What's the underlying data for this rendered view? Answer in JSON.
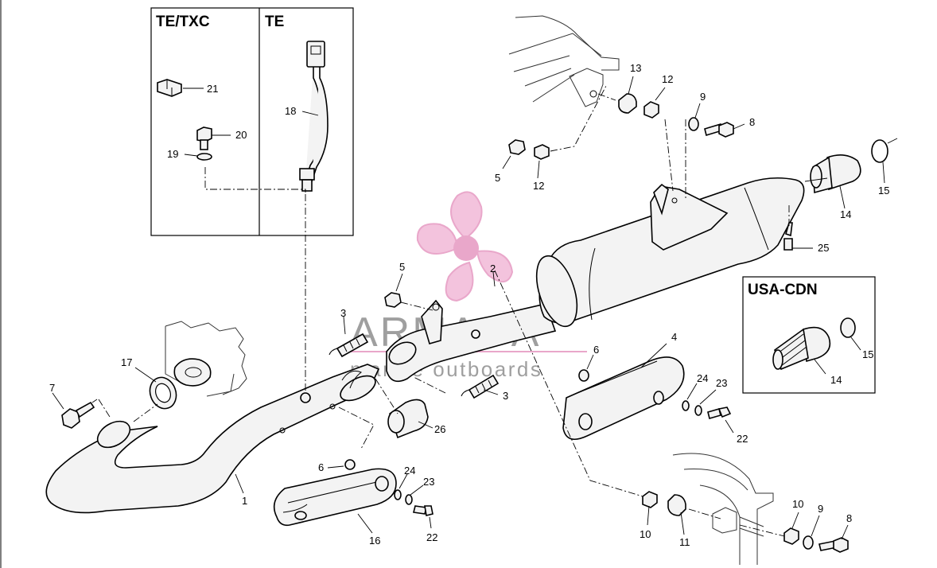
{
  "insets": {
    "te_txc": "TE/TXC",
    "te": "TE",
    "usa_cdn": "USA-CDN"
  },
  "watermark": {
    "brand": "ARMADA",
    "tagline": "marine outboards",
    "color": "#e8a3c8"
  },
  "callouts": {
    "c1": "1",
    "c2": "2",
    "c3a": "3",
    "c3b": "3",
    "c4": "4",
    "c5a": "5",
    "c5b": "5",
    "c6a": "6",
    "c6b": "6",
    "c7": "7",
    "c8a": "8",
    "c8b": "8",
    "c9a": "9",
    "c9b": "9",
    "c10a": "10",
    "c10b": "10",
    "c11": "11",
    "c12a": "12",
    "c12b": "12",
    "c13": "13",
    "c14a": "14",
    "c14b": "14",
    "c15a": "15",
    "c15b": "15",
    "c16": "16",
    "c17": "17",
    "c18": "18",
    "c19": "19",
    "c20": "20",
    "c21": "21",
    "c22a": "22",
    "c22b": "22",
    "c23a": "23",
    "c23b": "23",
    "c24a": "24",
    "c24b": "24",
    "c25": "25",
    "c26": "26"
  }
}
